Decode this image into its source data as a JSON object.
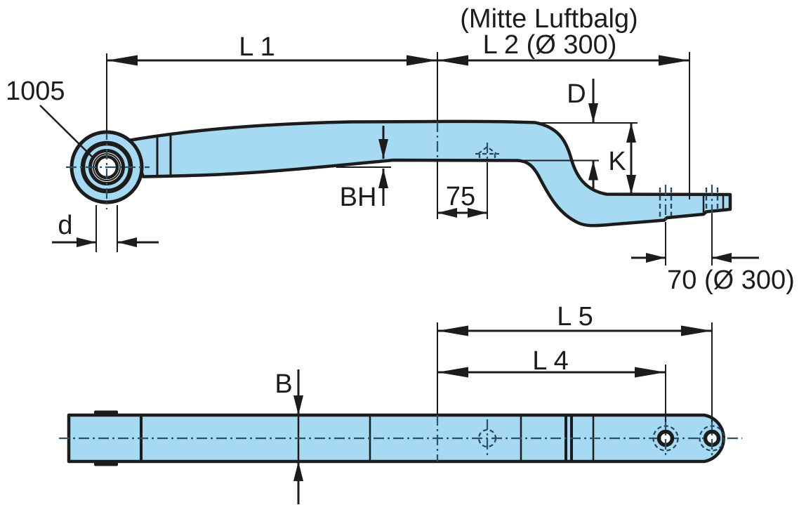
{
  "drawing": {
    "part_label": "1005",
    "top_view": {
      "dim_L1": "L 1",
      "note_mitte_luftbalg": "(Mitte Luftbalg)",
      "dim_L2": "L 2 (Ø 300)",
      "dim_D": "D",
      "dim_K": "K",
      "dim_BH": "BH",
      "dim_75": "75",
      "dim_d": "d",
      "dim_70": "70 (Ø 300)"
    },
    "bottom_view": {
      "dim_L5": "L 5",
      "dim_L4": "L 4",
      "dim_B": "B"
    },
    "colors": {
      "part_fill": "#a6d9f2",
      "line": "#1c1c1c",
      "background": "#ffffff"
    }
  }
}
